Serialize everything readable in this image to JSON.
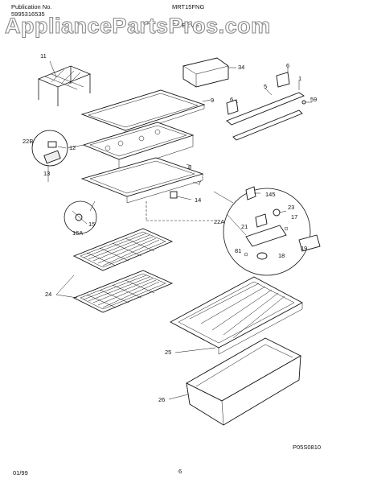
{
  "header": {
    "publication_label": "Publication No.",
    "publication_number": "5995316535",
    "model": "MRT15FNG",
    "section": "SHELVES"
  },
  "watermark": "AppliancePartsPros.com",
  "callouts": {
    "c11": "11",
    "c34": "34",
    "c6a": "6",
    "c6b": "6",
    "c5": "5",
    "c1": "1",
    "c59": "59",
    "c9": "9",
    "c22B": "22B",
    "c12": "12",
    "c13": "13",
    "c8": "8",
    "c7": "7",
    "c14": "14",
    "c145": "145",
    "c23": "23",
    "c17": "17",
    "c22A": "22A",
    "c21": "21",
    "c15": "15",
    "c16A": "16A",
    "c19": "19",
    "c81": "81",
    "c18": "18",
    "c24": "24",
    "c25": "25",
    "c26": "26"
  },
  "footer": {
    "drawing_code": "P05S0810",
    "date": "01/99",
    "page": "6"
  }
}
